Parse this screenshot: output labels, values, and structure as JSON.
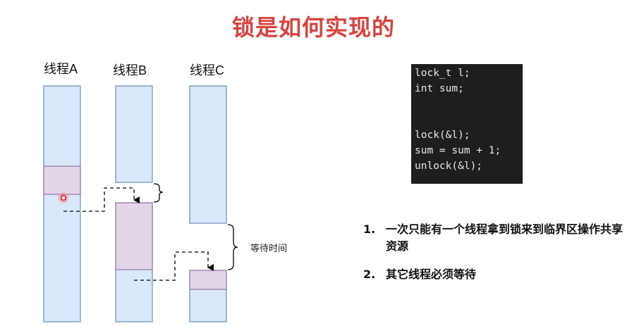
{
  "title": "锁是如何实现的",
  "threads": [
    "线程A",
    "线程B",
    "线程C"
  ],
  "wait_label": "等待时间",
  "code_lines": [
    "lock_t l;",
    "int sum;",
    "",
    "",
    "lock(&l);",
    "sum = sum + 1;",
    "unlock(&l);"
  ],
  "points": [
    {
      "num": "1.",
      "text": "一次只能有一个线程拿到锁来到临界区操作共享资源"
    },
    {
      "num": "2.",
      "text": "其它线程必须等待"
    }
  ],
  "colors": {
    "title": "#d9433f",
    "thread_fill": "#dae8fc",
    "thread_stroke": "#6c8ebf",
    "critical_fill": "#e1d5e7",
    "critical_stroke": "#9673a6"
  }
}
